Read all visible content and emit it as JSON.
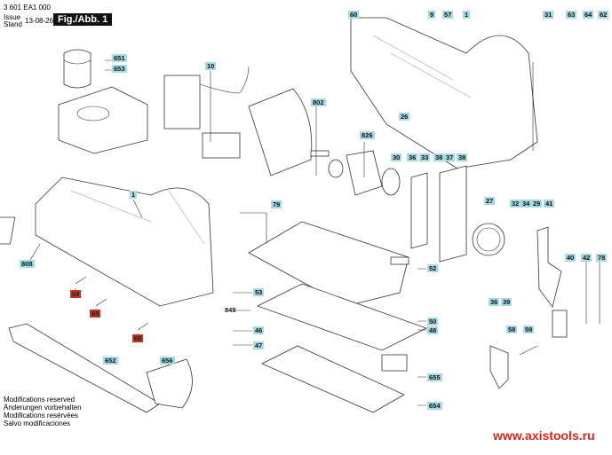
{
  "header": {
    "part_number": "3 601 EA1 000",
    "issue_label": "Issue",
    "stand_label": "Stand",
    "date": "13-08-26",
    "figure": "Fig./Abb. 1"
  },
  "labels": [
    "651",
    "653",
    "10",
    "60",
    "9",
    "57",
    "1",
    "31",
    "63",
    "64",
    "62",
    "802",
    "26",
    "826",
    "30",
    "36",
    "33",
    "38",
    "37",
    "38",
    "27",
    "32",
    "34",
    "29",
    "41",
    "79",
    "1",
    "808",
    "52",
    "40",
    "42",
    "78",
    "69",
    "69",
    "69",
    "53",
    "845",
    "36",
    "39",
    "50",
    "48",
    "46",
    "47",
    "58",
    "59",
    "652",
    "656",
    "655",
    "654"
  ],
  "footer": {
    "modifications": [
      "Modifications reserved",
      "Änderungen vorbehalten",
      "Modifications resérvées",
      "Salvo modificaciones"
    ],
    "url": "www.axistools.ru"
  },
  "colors": {
    "label_bg": "#a6dbe6",
    "label_red": "#c9301f",
    "url": "#e0231c"
  }
}
